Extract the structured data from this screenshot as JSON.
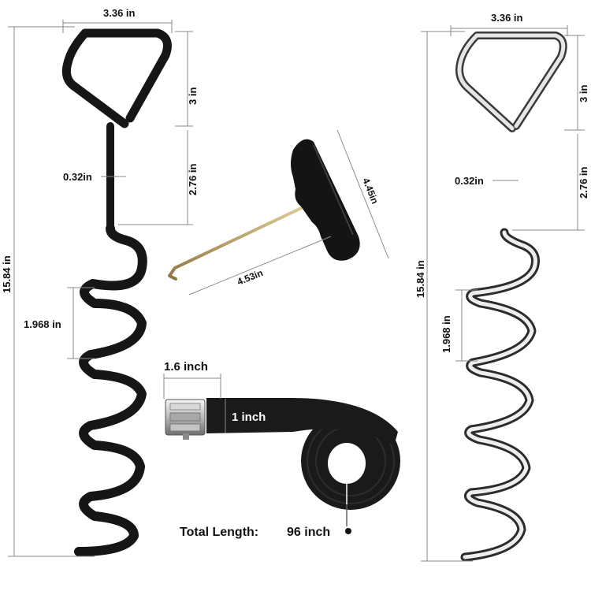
{
  "labels": {
    "left_width": "3.36 in",
    "left_loop_height": "3 in",
    "left_shank_length": "2.76 in",
    "left_diameter": "0.32in",
    "left_total_height": "15.84 in",
    "left_pitch": "1.968 in",
    "right_width": "3.36 in",
    "right_loop_height": "3 in",
    "right_shank_length": "2.76 in",
    "right_diameter": "0.32in",
    "right_total_height": "15.84 in",
    "right_pitch": "1.968 in",
    "tool_handle": "4.45in",
    "tool_rod": "4.53in",
    "strap_width_horizontal": "1.6 inch",
    "strap_width": "1 inch",
    "total_length_label": "Total Length:",
    "total_length_value": "96 inch"
  },
  "colors": {
    "black_stake": "#161616",
    "chrome_light": "#e6e6e6",
    "chrome_dark": "#3a3a3a",
    "strap": "#1b1a1a",
    "rod": "#b89b5a"
  }
}
